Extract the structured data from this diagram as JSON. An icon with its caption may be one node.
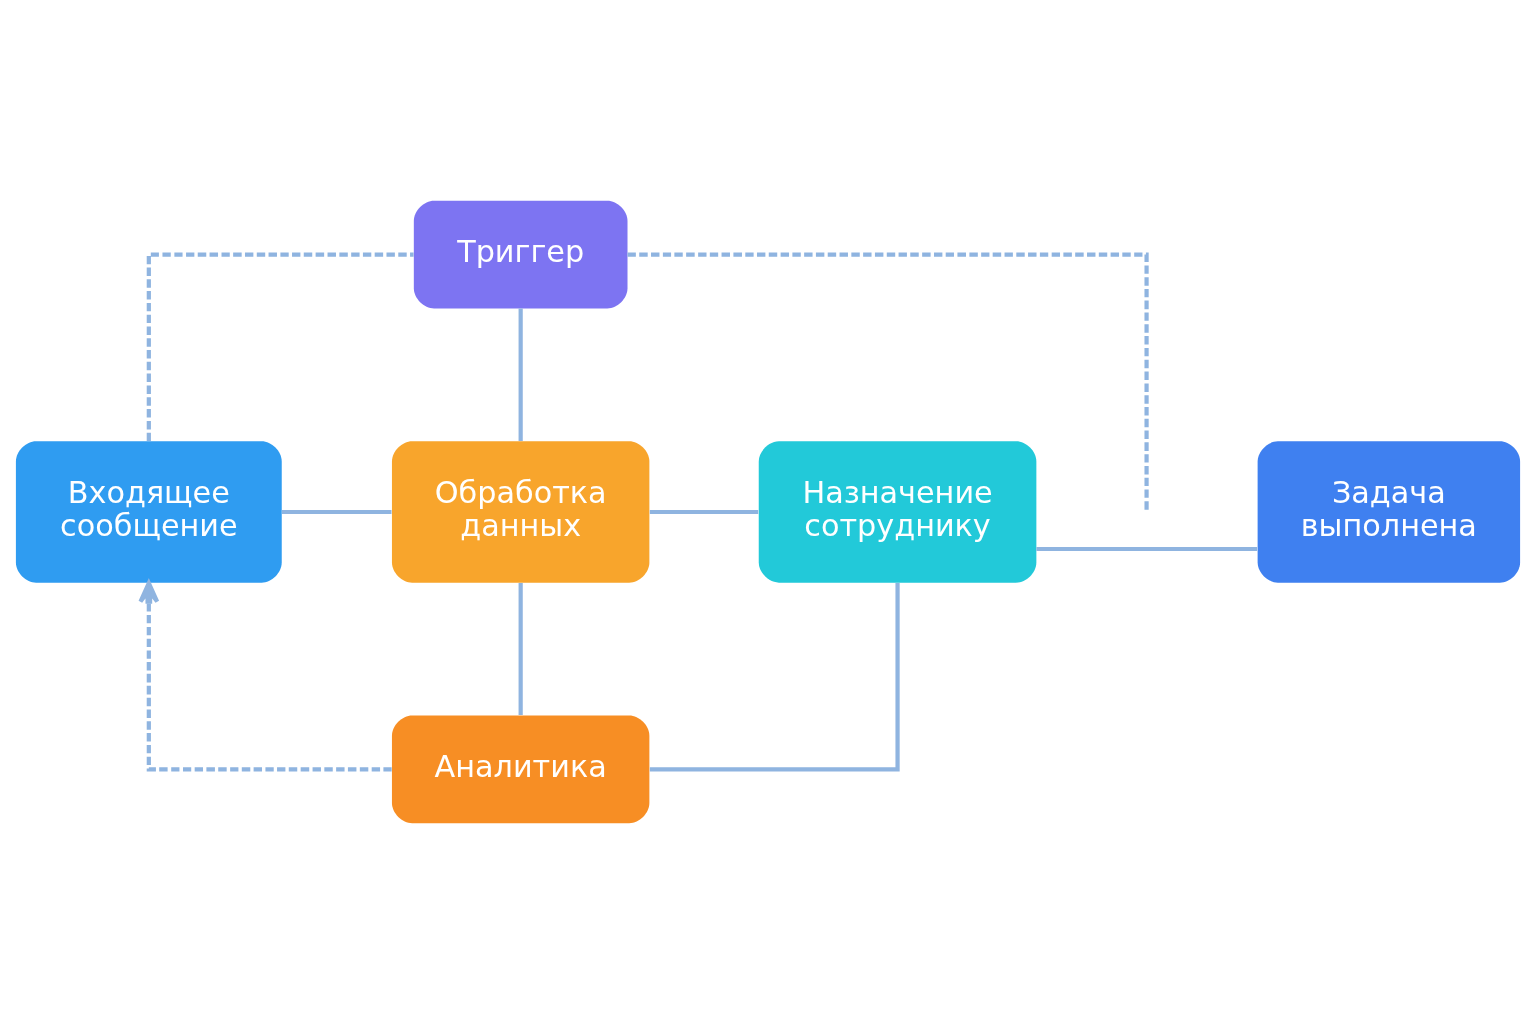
{
  "diagram": {
    "nodes": [
      {
        "text": [
          "Триггер"
        ]
      },
      {
        "text": [
          "Входящее сообщение"
        ]
      },
      {
        "text": [
          "Обработка данных"
        ]
      },
      {
        "text": [
          "Назначение сотруднику"
        ]
      },
      {
        "text": [
          "Задача выполнена"
        ]
      },
      {
        "text": [
          "Аналитика"
        ]
      }
    ],
    "edges": [
      {
        "from": 1,
        "to": 0,
        "arrow": "none",
        "style": "dashed"
      },
      {
        "from": 0,
        "to": 2,
        "arrow": "none"
      },
      {
        "from": 0,
        "to": null,
        "arrow": "none",
        "style": "dashed"
      },
      {
        "from": 1,
        "to": 2,
        "arrow": "none"
      },
      {
        "from": 2,
        "to": 3,
        "arrow": "none"
      },
      {
        "from": 3,
        "to": 4,
        "arrow": "none"
      },
      {
        "from": 2,
        "to": 5,
        "arrow": "none"
      },
      {
        "from": 3,
        "to": 5,
        "arrow": "none"
      },
      {
        "from": 5,
        "to": 1,
        "arrow": "to",
        "style": "dashed"
      }
    ]
  }
}
